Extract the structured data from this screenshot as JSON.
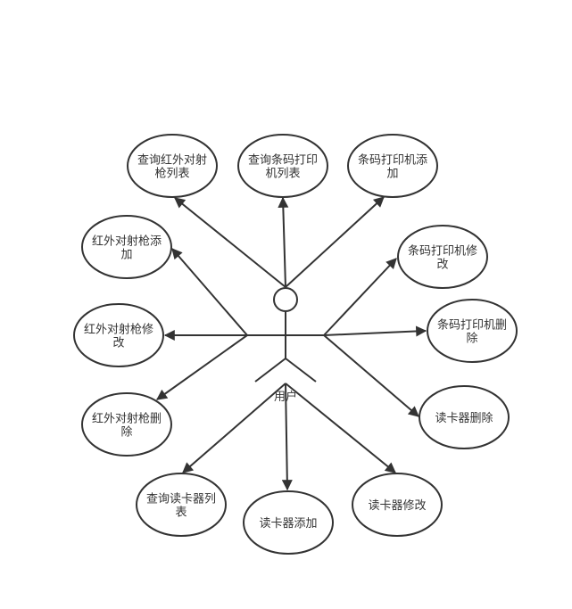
{
  "diagram": {
    "actor": {
      "label": "用户"
    },
    "use_cases": [
      {
        "id": "uc-query-ir-list",
        "lines": [
          "查询红外对射",
          "枪列表"
        ]
      },
      {
        "id": "uc-query-printer-list",
        "lines": [
          "查询条码打印",
          "机列表"
        ]
      },
      {
        "id": "uc-printer-add",
        "lines": [
          "条码打印机添",
          "加"
        ]
      },
      {
        "id": "uc-ir-add",
        "lines": [
          "红外对射枪添",
          "加"
        ]
      },
      {
        "id": "uc-printer-edit",
        "lines": [
          "条码打印机修",
          "改"
        ]
      },
      {
        "id": "uc-ir-edit",
        "lines": [
          "红外对射枪修",
          "改"
        ]
      },
      {
        "id": "uc-printer-delete",
        "lines": [
          "条码打印机删",
          "除"
        ]
      },
      {
        "id": "uc-ir-delete",
        "lines": [
          "红外对射枪删",
          "除"
        ]
      },
      {
        "id": "uc-reader-delete",
        "lines": [
          "读卡器删除"
        ]
      },
      {
        "id": "uc-query-reader-list",
        "lines": [
          "查询读卡器列",
          "表"
        ]
      },
      {
        "id": "uc-reader-add",
        "lines": [
          "读卡器添加"
        ]
      },
      {
        "id": "uc-reader-edit",
        "lines": [
          "读卡器修改"
        ]
      }
    ],
    "colors": {
      "stroke": "#333333",
      "text": "#333333",
      "fill": "#ffffff"
    }
  }
}
